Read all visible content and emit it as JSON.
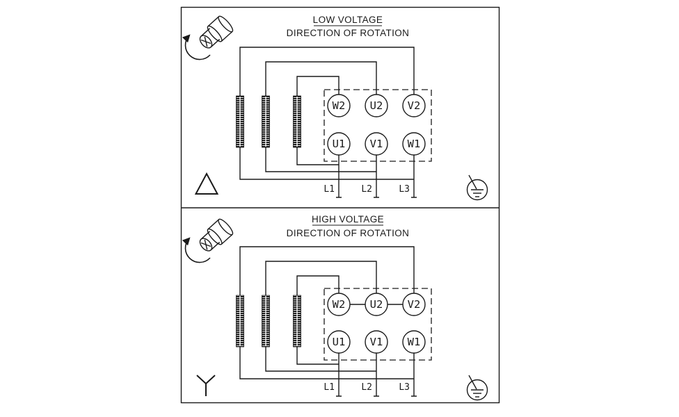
{
  "diagram": {
    "panels": [
      {
        "id": "low-voltage",
        "title": "LOW VOLTAGE",
        "subtitle": "DIRECTION OF ROTATION",
        "connection_icon": "delta-symbol-icon",
        "rotation_icon": "shaft-rotation-icon",
        "ground_icon": "earth-ground-icon",
        "terminals_top": [
          "W2",
          "U2",
          "V2"
        ],
        "terminals_bottom": [
          "U1",
          "V1",
          "W1"
        ],
        "supply_lines": [
          "L1",
          "L2",
          "L3"
        ]
      },
      {
        "id": "high-voltage",
        "title": "HIGH VOLTAGE",
        "subtitle": "DIRECTION OF ROTATION",
        "connection_icon": "star-symbol-icon",
        "rotation_icon": "shaft-rotation-icon",
        "ground_icon": "earth-ground-icon",
        "terminals_top": [
          "W2",
          "U2",
          "V2"
        ],
        "terminals_bottom": [
          "U1",
          "V1",
          "W1"
        ],
        "supply_lines": [
          "L1",
          "L2",
          "L3"
        ]
      }
    ],
    "colors": {
      "line": "#1a1a1a",
      "background": "#ffffff"
    }
  }
}
